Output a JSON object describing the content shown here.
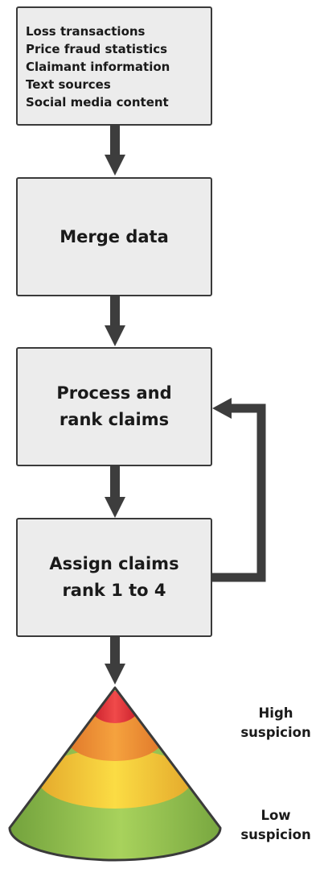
{
  "sources": {
    "items": [
      "Loss transactions",
      "Price fraud statistics",
      "Claimant information",
      "Text sources",
      "Social media content"
    ]
  },
  "steps": {
    "merge": "Merge data",
    "process_line1": "Process and",
    "process_line2": "rank claims",
    "assign_line1": "Assign claims",
    "assign_line2": "rank 1 to 4"
  },
  "cone": {
    "high_line1": "High",
    "high_line2": "suspicion",
    "low_line1": "Low",
    "low_line2": "suspicion",
    "colors": {
      "red": "#e0323a",
      "orange": "#ef8c32",
      "yellow": "#f5c838",
      "green": "#8cbc4c",
      "outline": "#3a3a3a",
      "arrow": "#3d3d3d",
      "box_fill": "#ececec"
    }
  }
}
